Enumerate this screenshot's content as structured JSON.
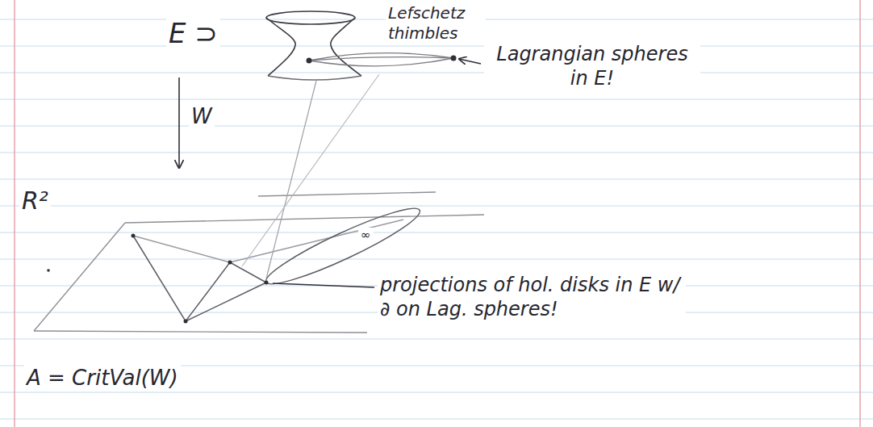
{
  "diagram": {
    "labels": [
      "E ⊃",
      "Lefschetz thimbles",
      "Lagrangian spheres in E!",
      "W",
      "R²",
      "∞",
      "projections of hol. disks in E w/ ∂ on Lag. spheres!",
      "A = CritVal(W)"
    ]
  }
}
